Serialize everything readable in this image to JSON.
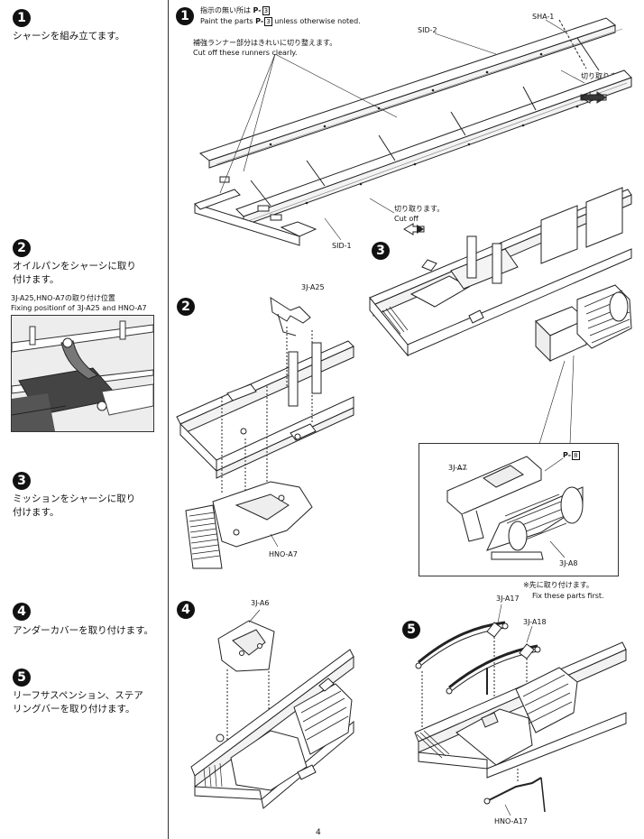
{
  "sidebar": {
    "steps": [
      {
        "number": "1",
        "text_lines": [
          "シャーシを組み立てます。"
        ]
      },
      {
        "number": "2",
        "text_lines": [
          "オイルパンをシャーシに取り",
          "付けます。"
        ]
      },
      {
        "number": "3",
        "text_lines": [
          "ミッションをシャーシに取り",
          "付けます。"
        ]
      },
      {
        "number": "4",
        "text_lines": [
          "アンダーカバーを取り付けます。"
        ]
      },
      {
        "number": "5",
        "text_lines": [
          "リーフサスペンション、ステア",
          "リングバーを取り付けます。"
        ]
      }
    ],
    "fixing_note": {
      "jp": "3J-A25,HNO-A7の取り付け位置",
      "en": "Fixing positionf of 3J-A25 and HNO-A7"
    }
  },
  "diagram1": {
    "number": "1",
    "paint_note_jp": "指示の無い所は",
    "paint_note_en": "Paint the parts",
    "paint_note_en2": "unless otherwise noted.",
    "paint_code": "P-",
    "paint_ref": "3",
    "runner_note_jp": "補強ランナー部分はきれいに切り整えます。",
    "runner_note_en": "Cut off these runners clearly.",
    "cut_jp": "切り取ります。",
    "cut_en": "Cut off",
    "labels": {
      "sid2": "SID-2",
      "sha1": "SHA-1",
      "sid1": "SID-1"
    }
  },
  "diagram2": {
    "number": "2",
    "labels": {
      "a25": "3J-A25",
      "a7": "HNO-A7"
    }
  },
  "diagram3": {
    "number": "3",
    "labels": {
      "a7": "3J-A7",
      "a8": "3J-A8",
      "paint_code": "P-",
      "paint_ref": "8"
    }
  },
  "diagram4": {
    "number": "4",
    "labels": {
      "a6": "3J-A6"
    }
  },
  "diagram5": {
    "number": "5",
    "first_note_jp": "※先に取り付けます。",
    "first_note_en": "Fix these parts first.",
    "labels": {
      "a17": "3J-A17",
      "a18": "3J-A18",
      "hno_a17": "HNO-A17"
    }
  },
  "page_number": "4"
}
